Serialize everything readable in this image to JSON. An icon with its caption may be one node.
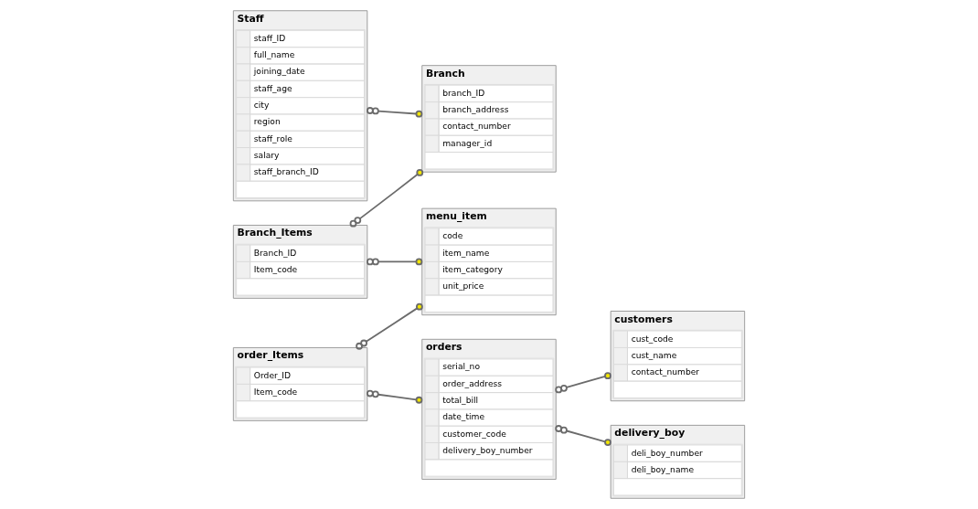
{
  "diagram": {
    "nodes": [
      {
        "text": [
          "Branch",
          "branch_ID",
          "branch_address",
          "contact_number",
          "manager_id"
        ]
      },
      {
        "text": [
          "Branch_Items",
          "Branch_ID",
          "Item_code"
        ]
      },
      {
        "text": [
          "menu_item",
          "code",
          "item_name",
          "item_category",
          "unit_price"
        ]
      },
      {
        "text": [
          "order_Items",
          "Order_ID",
          "Item_code"
        ]
      },
      {
        "text": [
          "orders",
          "serial_no",
          "order_address",
          "total_bill",
          "date_time",
          "customer_code",
          "delivery_boy_number"
        ]
      },
      {
        "text": [
          "Staff",
          "staff_ID",
          "full_name",
          "joining_date",
          "staff_age",
          "city",
          "region",
          "staff_role",
          "salary",
          "staff_branch_ID"
        ]
      },
      {
        "text": [
          "customers",
          "cust_code",
          "cust_name",
          "contact_number"
        ]
      },
      {
        "text": [
          "delivery_boy",
          "deli_boy_number",
          "deli_boy_name"
        ]
      }
    ],
    "edges": [
      {
        "from": 1,
        "to": 0,
        "arrow": "other"
      },
      {
        "from": 1,
        "to": 2,
        "arrow": "other"
      },
      {
        "from": 3,
        "to": 2,
        "arrow": "other"
      },
      {
        "from": 3,
        "to": 4,
        "arrow": "other"
      },
      {
        "from": 5,
        "to": 0,
        "arrow": "other"
      },
      {
        "from": 4,
        "to": 6,
        "arrow": "other"
      },
      {
        "from": 4,
        "to": 7,
        "arrow": "other"
      }
    ]
  }
}
